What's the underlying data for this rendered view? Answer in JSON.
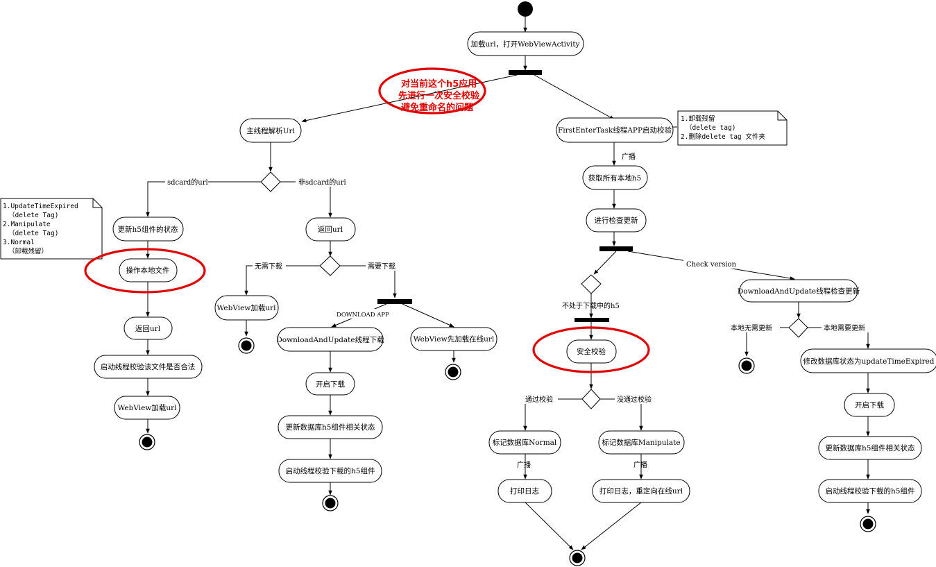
{
  "activities": {
    "load_url": "加载url，打开WebViewActivity",
    "main_parse": "主线程解析Url",
    "first_enter": "FirstEnterTask线程APP启动校验",
    "get_local_h5": "获取所有本地h5",
    "check_update": "进行检查更新",
    "update_h5_state": "更新h5组件的状态",
    "operate_local_file": "操作本地文件",
    "return_url_left": "返回url",
    "start_check_file": "启动线程校验该文件是否合法",
    "webview_load_left": "WebView加载url",
    "return_url_mid": "返回url",
    "webview_load_mid": "WebView加载url",
    "download_thread": "DownloadAndUpdate线程下载",
    "webview_first_online": "WebView先加载在线url",
    "start_download_mid": "开启下载",
    "update_db_mid": "更新数据库h5组件相关状态",
    "start_check_download_mid": "启动线程校验下载的h5组件",
    "security_check": "安全校验",
    "mark_normal": "标记数据库Normal",
    "mark_manipulate": "标记数据库Manipulate",
    "print_log": "打印日志",
    "print_log_redirect": "打印日志，重定向在线url",
    "download_update_check": "DownloadAndUpdate线程检查更新",
    "modify_db_state": "修改数据库状态为updateTimeExpired",
    "start_download_right": "开启下载",
    "update_db_right": "更新数据库h5组件相关状态",
    "start_check_download_right": "启动线程校验下载的h5组件"
  },
  "labels": {
    "sdcard_url": "sdcard的url",
    "not_sdcard_url": "非sdcard的url",
    "no_download": "无需下载",
    "need_download": "需要下载",
    "download_app": "DOWNLOAD APP",
    "broadcast_top": "广播",
    "check_version": "Check version",
    "not_downloading": "不处于下载中的h5",
    "no_update": "本地无需更新",
    "need_update": "本地需要更新",
    "pass_check": "通过校验",
    "fail_check": "没通过校验",
    "broadcast_left": "广播",
    "broadcast_right": "广播"
  },
  "notes": {
    "left": [
      "1.UpdateTimeExpired",
      "（delete Tag)",
      "2.Manipulate",
      "（delete Tag)",
      "3.Normal",
      "（卸载残留）"
    ],
    "right": [
      "1.卸载残留",
      "（delete tag)",
      "2.删除delete tag 文件夹"
    ]
  },
  "annotation": [
    "对当前这个h5应用",
    "先进行一次安全校验",
    "避免重命名的问题"
  ],
  "colors": {
    "highlight": "#e00000",
    "line": "#000000"
  }
}
